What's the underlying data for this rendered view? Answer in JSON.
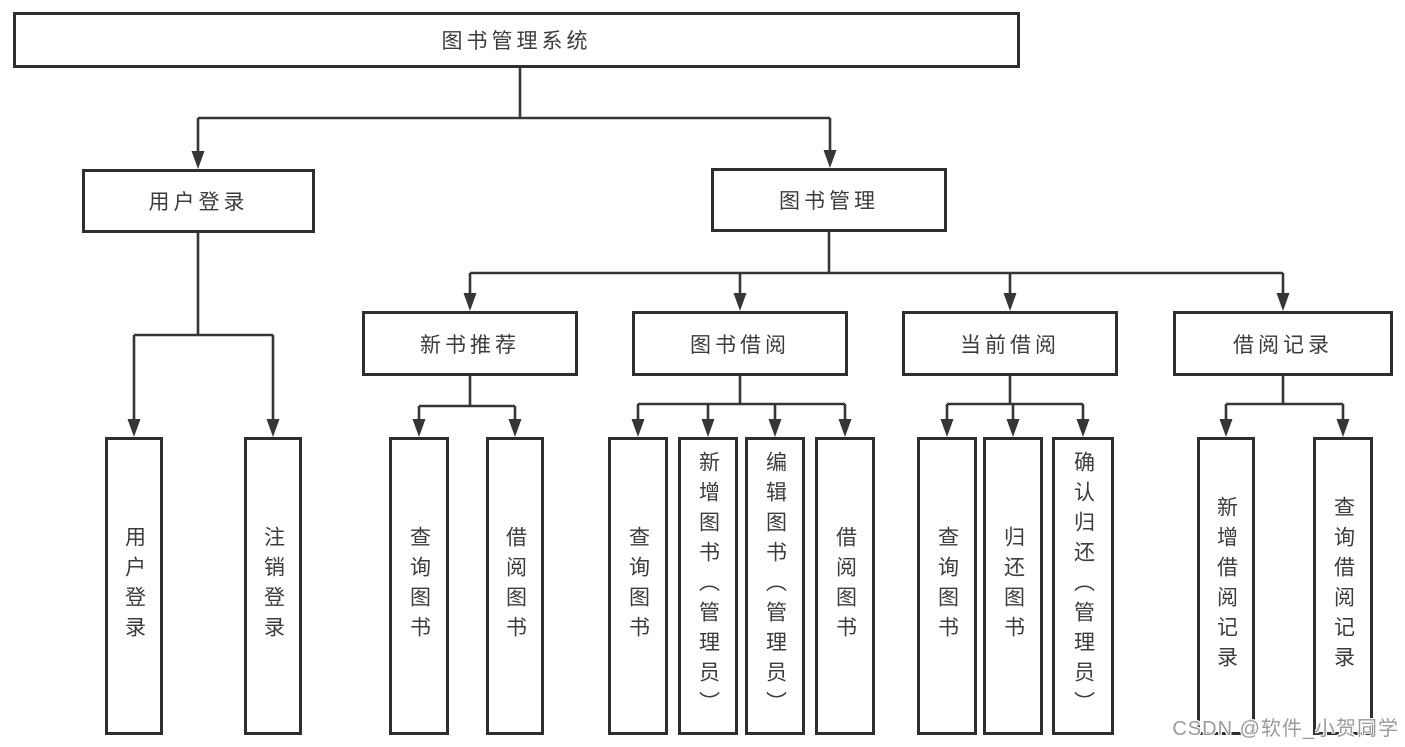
{
  "tree": {
    "root": {
      "label": "图书管理系统"
    },
    "branches": [
      {
        "label": "用户登录",
        "children": [
          {
            "label": "用户登录"
          },
          {
            "label": "注销登录"
          }
        ]
      },
      {
        "label": "图书管理",
        "children": [
          {
            "label": "新书推荐",
            "children": [
              {
                "label": "查询图书"
              },
              {
                "label": "借阅图书"
              }
            ]
          },
          {
            "label": "图书借阅",
            "children": [
              {
                "label": "查询图书"
              },
              {
                "label": "新增图书（管理员）"
              },
              {
                "label": "编辑图书（管理员）"
              },
              {
                "label": "借阅图书"
              }
            ]
          },
          {
            "label": "当前借阅",
            "children": [
              {
                "label": "查询图书"
              },
              {
                "label": "归还图书"
              },
              {
                "label": "确认归还（管理员）"
              }
            ]
          },
          {
            "label": "借阅记录",
            "children": [
              {
                "label": "新增借阅记录"
              },
              {
                "label": "查询借阅记录"
              }
            ]
          }
        ]
      }
    ]
  },
  "colors": {
    "line": "#363636",
    "border": "#2e2e2e",
    "text": "#3c3c3c",
    "watermark": "#9b9b9b"
  },
  "watermark": "CSDN @软件_小贺同学"
}
